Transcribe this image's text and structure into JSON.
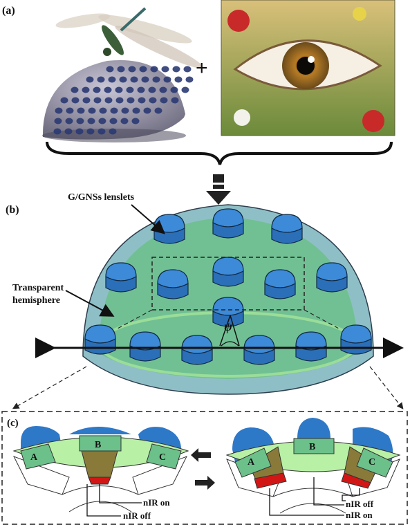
{
  "panel_labels": {
    "a": "(a)",
    "b": "(b)",
    "c": "(c)"
  },
  "plus_sign": "+",
  "annotations": {
    "lenslets": "G/GNSs lenslets",
    "hemisphere_line1": "Transparent",
    "hemisphere_line2": "hemisphere",
    "angle_symbol": "ψ"
  },
  "lens_letters": {
    "a": "A",
    "b": "B",
    "c": "C"
  },
  "left_state": {
    "label_on": "nIR on",
    "label_off": "nIR off"
  },
  "right_state": {
    "label_off": "nIR off",
    "label_on": "nIR on"
  },
  "colors": {
    "lens_blue": "#2e78c8",
    "hemisphere_outer": "#8fbfc6",
    "hemisphere_inner": "#6cc08a",
    "light_green": "#b8f0a6",
    "active_red": "#d21616",
    "olive": "#8a7a3a"
  }
}
